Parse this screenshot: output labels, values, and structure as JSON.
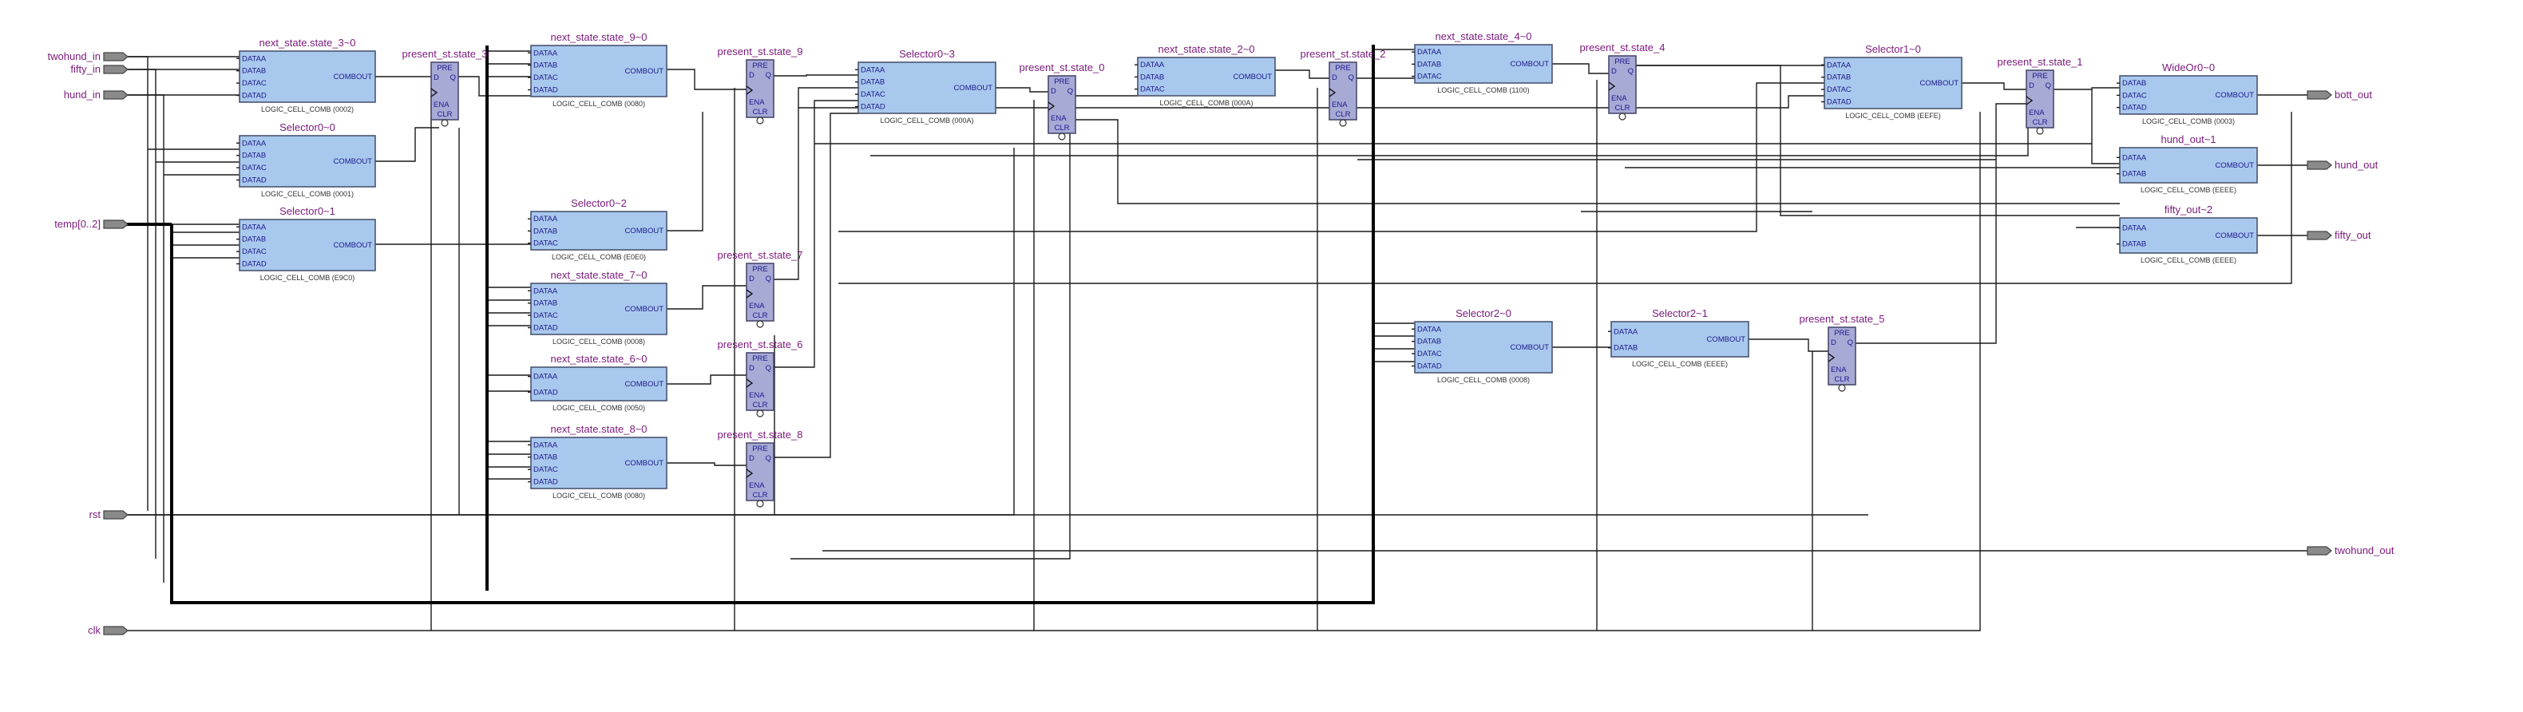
{
  "colors": {
    "cell_fill": "#a9c8ee",
    "ff_fill": "#a8aad6",
    "title_color": "#7a1a7a",
    "pin_color": "#1a1a8a",
    "wire_color": "#1a1a1a"
  },
  "inputs": [
    {
      "name": "twohund_in"
    },
    {
      "name": "fifty_in"
    },
    {
      "name": "hund_in"
    },
    {
      "name": "temp[0..2]"
    },
    {
      "name": "rst"
    },
    {
      "name": "clk"
    }
  ],
  "outputs": [
    {
      "name": "bott_out"
    },
    {
      "name": "hund_out"
    },
    {
      "name": "fifty_out"
    },
    {
      "name": "twohund_out"
    }
  ],
  "cells": [
    {
      "title": "next_state.state_3~0",
      "pins": [
        "DATAA",
        "DATAB",
        "DATAC",
        "DATAD"
      ],
      "out": "COMBOUT",
      "sub": "LOGIC_CELL_COMB (0002)"
    },
    {
      "title": "Selector0~0",
      "pins": [
        "DATAA",
        "DATAB",
        "DATAC",
        "DATAD"
      ],
      "out": "COMBOUT",
      "sub": "LOGIC_CELL_COMB (0001)"
    },
    {
      "title": "Selector0~1",
      "pins": [
        "DATAA",
        "DATAB",
        "DATAC",
        "DATAD"
      ],
      "out": "COMBOUT",
      "sub": "LOGIC_CELL_COMB (E9C0)"
    },
    {
      "title": "next_state.state_9~0",
      "pins": [
        "DATAA",
        "DATAB",
        "DATAC",
        "DATAD"
      ],
      "out": "COMBOUT",
      "sub": "LOGIC_CELL_COMB (0080)"
    },
    {
      "title": "Selector0~2",
      "pins": [
        "DATAA",
        "DATAB",
        "DATAC"
      ],
      "out": "COMBOUT",
      "sub": "LOGIC_CELL_COMB (E0E0)"
    },
    {
      "title": "next_state.state_7~0",
      "pins": [
        "DATAA",
        "DATAB",
        "DATAC",
        "DATAD"
      ],
      "out": "COMBOUT",
      "sub": "LOGIC_CELL_COMB (0008)"
    },
    {
      "title": "next_state.state_6~0",
      "pins": [
        "DATAA",
        "DATAD"
      ],
      "out": "COMBOUT",
      "sub": "LOGIC_CELL_COMB (0050)"
    },
    {
      "title": "next_state.state_8~0",
      "pins": [
        "DATAA",
        "DATAB",
        "DATAC",
        "DATAD"
      ],
      "out": "COMBOUT",
      "sub": "LOGIC_CELL_COMB (0080)"
    },
    {
      "title": "Selector0~3",
      "pins": [
        "DATAA",
        "DATAB",
        "DATAC",
        "DATAD"
      ],
      "out": "COMBOUT",
      "sub": "LOGIC_CELL_COMB (000A)"
    },
    {
      "title": "next_state.state_2~0",
      "pins": [
        "DATAA",
        "DATAB",
        "DATAC"
      ],
      "out": "COMBOUT",
      "sub": "LOGIC_CELL_COMB (000A)"
    },
    {
      "title": "next_state.state_4~0",
      "pins": [
        "DATAA",
        "DATAB",
        "DATAC"
      ],
      "out": "COMBOUT",
      "sub": "LOGIC_CELL_COMB (1100)"
    },
    {
      "title": "Selector2~0",
      "pins": [
        "DATAA",
        "DATAB",
        "DATAC",
        "DATAD"
      ],
      "out": "COMBOUT",
      "sub": "LOGIC_CELL_COMB (0008)"
    },
    {
      "title": "Selector2~1",
      "pins": [
        "DATAA",
        "DATAB"
      ],
      "out": "COMBOUT",
      "sub": "LOGIC_CELL_COMB (EEEE)"
    },
    {
      "title": "Selector1~0",
      "pins": [
        "DATAA",
        "DATAB",
        "DATAC",
        "DATAD"
      ],
      "out": "COMBOUT",
      "sub": "LOGIC_CELL_COMB (EEFE)"
    },
    {
      "title": "WideOr0~0",
      "pins": [
        "DATAB",
        "DATAC",
        "DATAD"
      ],
      "out": "COMBOUT",
      "sub": "LOGIC_CELL_COMB (0003)"
    },
    {
      "title": "hund_out~1",
      "pins": [
        "DATAA",
        "DATAB"
      ],
      "out": "COMBOUT",
      "sub": "LOGIC_CELL_COMB (EEEE)"
    },
    {
      "title": "fifty_out~2",
      "pins": [
        "DATAA",
        "DATAB"
      ],
      "out": "COMBOUT",
      "sub": "LOGIC_CELL_COMB (EEEE)"
    }
  ],
  "flipflops": [
    {
      "title": "present_st.state_3",
      "pins": [
        "PRE",
        "D",
        "Q",
        "ENA",
        "CLR"
      ]
    },
    {
      "title": "present_st.state_9",
      "pins": [
        "PRE",
        "D",
        "Q",
        "ENA",
        "CLR"
      ]
    },
    {
      "title": "present_st.state_7",
      "pins": [
        "PRE",
        "D",
        "Q",
        "ENA",
        "CLR"
      ]
    },
    {
      "title": "present_st.state_6",
      "pins": [
        "PRE",
        "D",
        "Q",
        "ENA",
        "CLR"
      ]
    },
    {
      "title": "present_st.state_8",
      "pins": [
        "PRE",
        "D",
        "Q",
        "ENA",
        "CLR"
      ]
    },
    {
      "title": "present_st.state_0",
      "pins": [
        "PRE",
        "D",
        "Q",
        "ENA",
        "CLR"
      ]
    },
    {
      "title": "present_st.state_2",
      "pins": [
        "PRE",
        "D",
        "Q",
        "ENA",
        "CLR"
      ]
    },
    {
      "title": "present_st.state_4",
      "pins": [
        "PRE",
        "D",
        "Q",
        "ENA",
        "CLR"
      ]
    },
    {
      "title": "present_st.state_5",
      "pins": [
        "PRE",
        "D",
        "Q",
        "ENA",
        "CLR"
      ]
    },
    {
      "title": "present_st.state_1",
      "pins": [
        "PRE",
        "D",
        "Q",
        "ENA",
        "CLR"
      ]
    }
  ]
}
